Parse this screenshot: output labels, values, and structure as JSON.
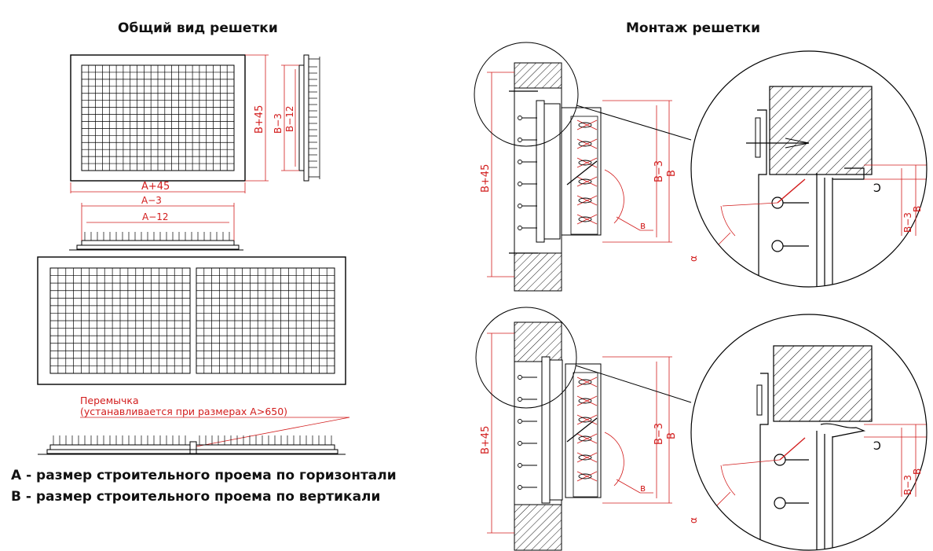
{
  "titles": {
    "general_view": "Общий вид решетки",
    "mounting": "Монтаж решетки"
  },
  "dimensions": {
    "a_plus_45": "A+45",
    "a_minus_3": "A−3",
    "a_minus_12": "A−12",
    "b_plus_45": "B+45",
    "b_minus_3": "B−3",
    "b_minus_12": "B−12",
    "b": "B",
    "angle_a": "α",
    "angle_b": "в"
  },
  "note": {
    "line1": "Перемычка",
    "line2": "(устанавливается при размерах A>650)"
  },
  "legend": {
    "a": "A - размер строительного проема по горизонтали",
    "b": "B - размер строительного проема по вертикали"
  },
  "colors": {
    "line": "#000000",
    "dimension": "#d21c1c"
  }
}
